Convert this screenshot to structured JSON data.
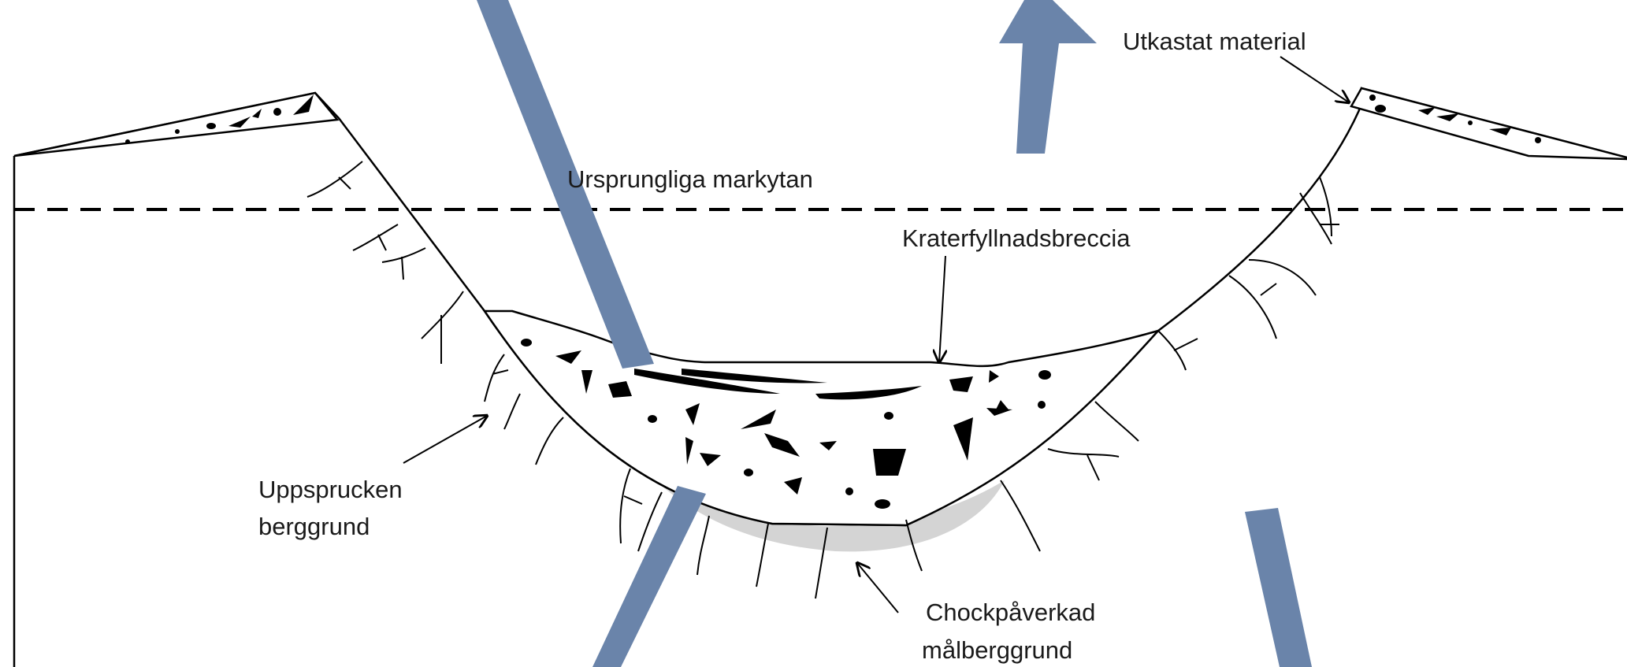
{
  "labels": {
    "ejecta": "Utkastat material",
    "surface": "Ursprungliga markytan",
    "breccia": "Kraterfyllnadsbreccia",
    "fractured_line1": "Uppsprucken",
    "fractured_line2": "berggrund",
    "shocked_line1": "Chockpåverkad",
    "shocked_line2": "målberggrund"
  },
  "colors": {
    "ink": "#000000",
    "shock_zone": "#d4d4d4",
    "overlay_arrow": "#6a84aa",
    "background": "#ffffff"
  }
}
